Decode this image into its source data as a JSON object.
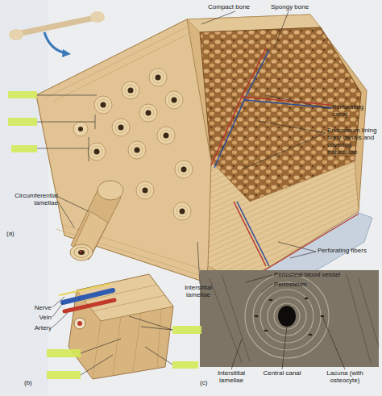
{
  "diagram": {
    "labels": [
      "Compact bone",
      "Spongy bone",
      "Perforating canal",
      "Endosteum lining bony canals and covering trabeculae",
      "Circumferential lamellae",
      "(a)",
      "Interstitial lamellae",
      "Perforating fibers",
      "Periosteal blood vessel",
      "Periosteum",
      "Nerve",
      "Vein",
      "Artery",
      "(b)",
      "(c)",
      "Interstitial lamellae",
      "Central canal",
      "Lacuna (with osteocyte)"
    ]
  }
}
